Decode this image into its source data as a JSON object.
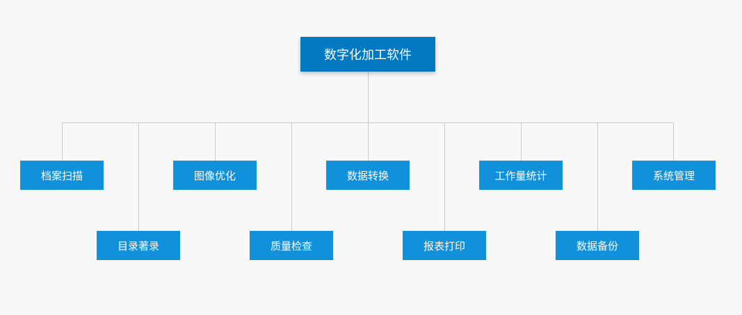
{
  "root": {
    "label": "数字化加工软件",
    "color": "#0279c0"
  },
  "children": [
    {
      "label": "档案扫描"
    },
    {
      "label": "目录著录"
    },
    {
      "label": "图像优化"
    },
    {
      "label": "质量检查"
    },
    {
      "label": "数据转换"
    },
    {
      "label": "报表打印"
    },
    {
      "label": "工作量统计"
    },
    {
      "label": "数据备份"
    },
    {
      "label": "系统管理"
    }
  ],
  "node_color": "#1291db",
  "connector_color": "#cccccc"
}
